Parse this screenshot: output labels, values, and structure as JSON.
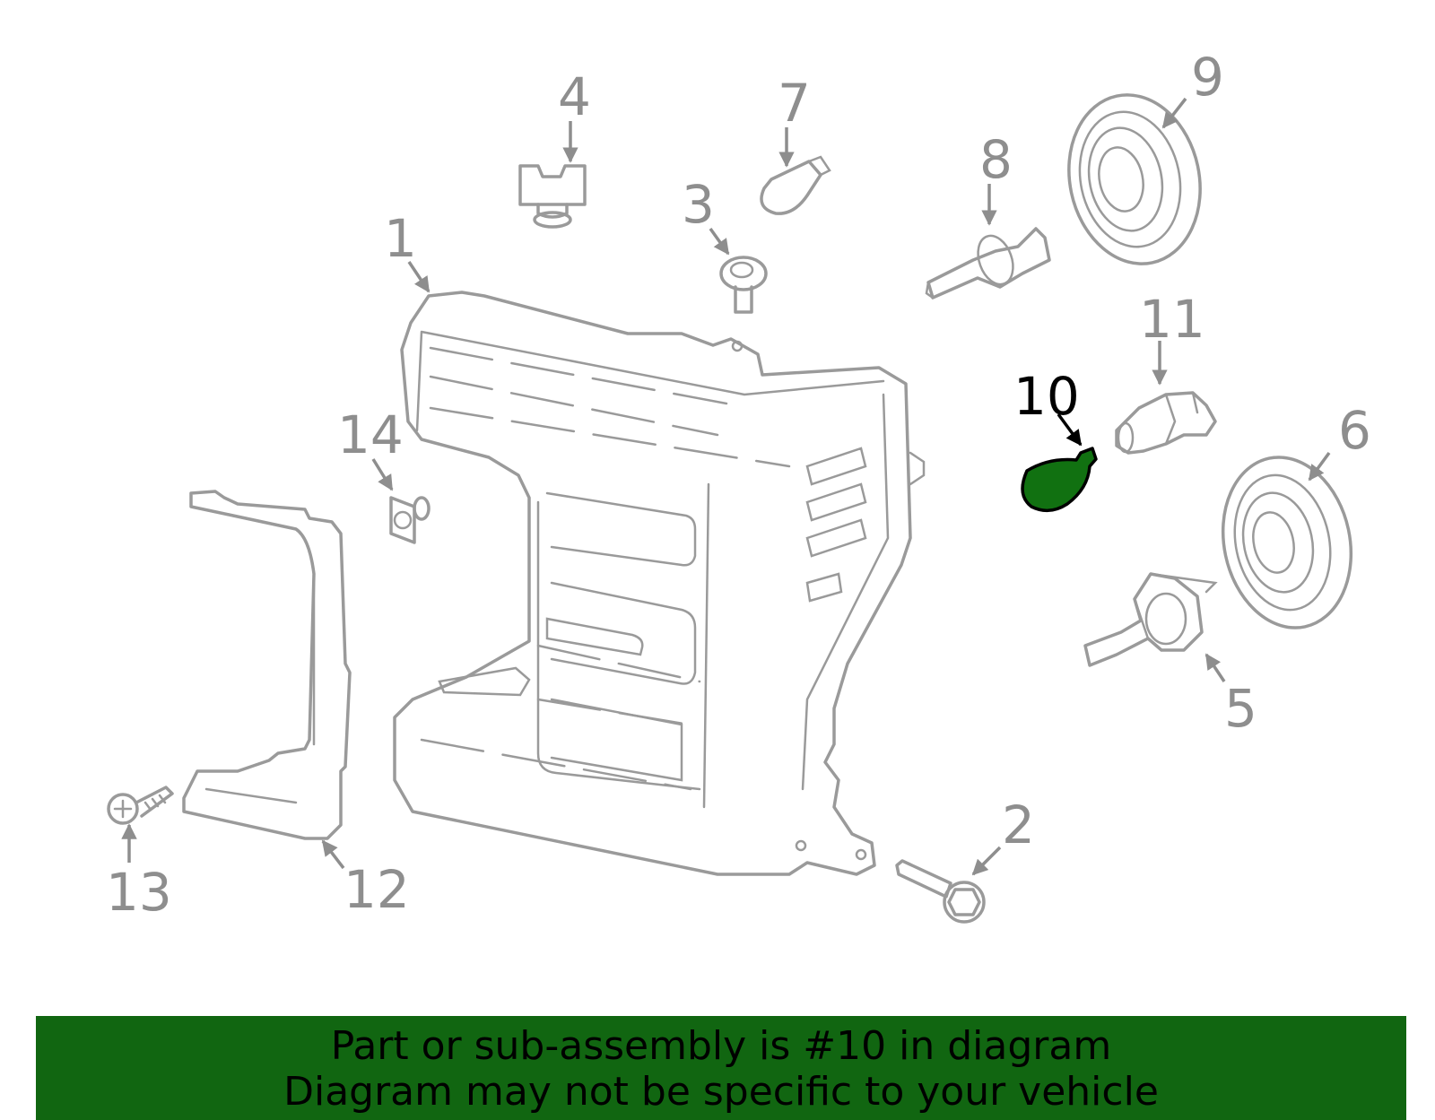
{
  "colors": {
    "line": "#9a9a9a",
    "highlight_fill": "#117111",
    "banner_bg": "#116611",
    "highlight_text": "#000000"
  },
  "callouts": {
    "c1": "1",
    "c2": "2",
    "c3": "3",
    "c4": "4",
    "c5": "5",
    "c6": "6",
    "c7": "7",
    "c8": "8",
    "c9": "9",
    "c10": "10",
    "c11": "11",
    "c12": "12",
    "c13": "13",
    "c14": "14"
  },
  "highlighted_part": "10",
  "banner": {
    "line1": "Part or sub-assembly is #10 in diagram",
    "line2": "Diagram may not be specific to your vehicle"
  }
}
